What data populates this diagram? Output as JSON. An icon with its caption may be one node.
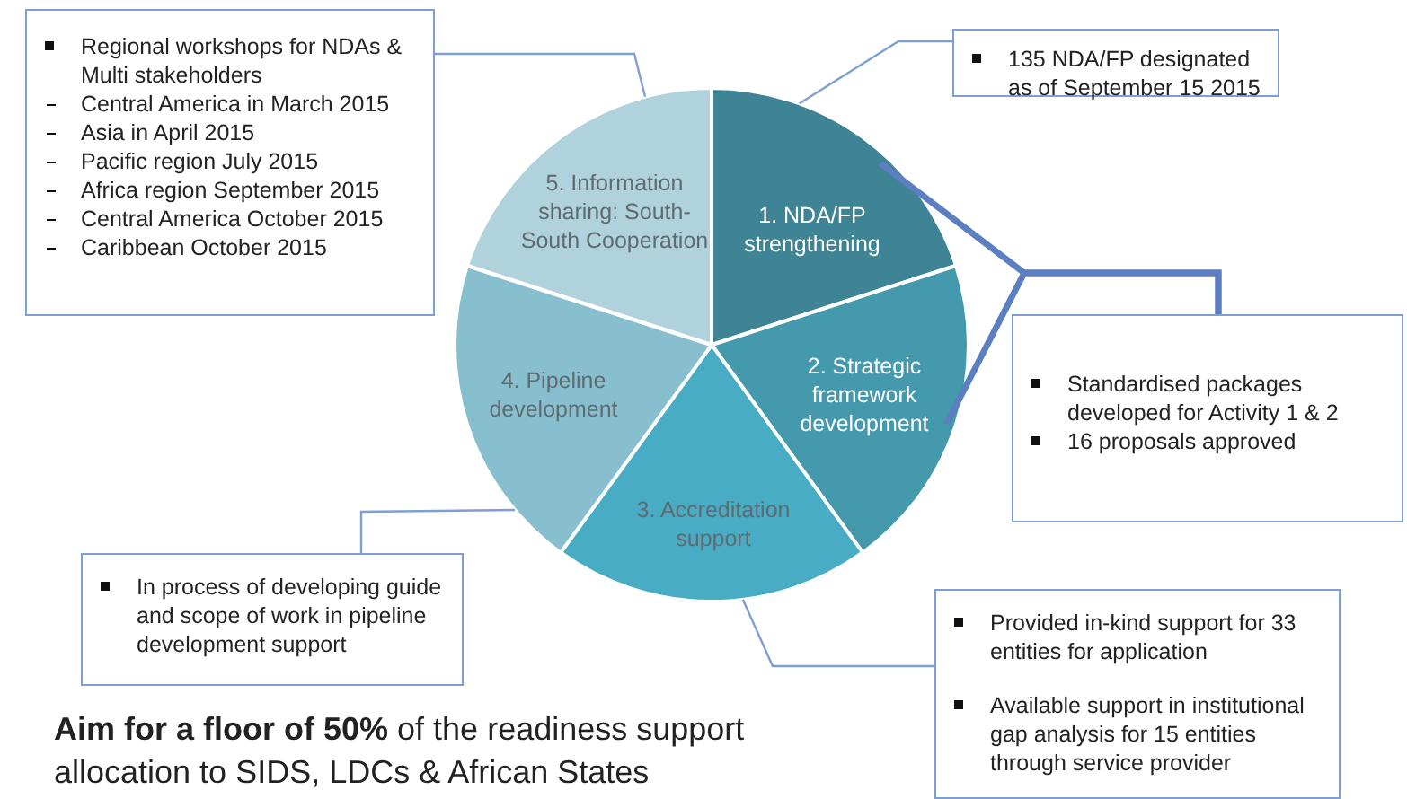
{
  "diagram": {
    "nodes": [
      {
        "text": [
          "1. NDA/FP strengthening"
        ]
      },
      {
        "text": [
          "2. Strategic framework development"
        ]
      },
      {
        "text": [
          "3. Accreditation support"
        ]
      },
      {
        "text": [
          "4. Pipeline development"
        ]
      },
      {
        "text": [
          "5. Information sharing: South-South Cooperation"
        ]
      },
      {
        "text": [
          "135 NDA/FP designated as of September 15 2015"
        ]
      },
      {
        "text": [
          "Standardised packages developed for Activity 1 & 2",
          "16 proposals approved"
        ]
      },
      {
        "text": [
          "Provided in-kind support for 33 entities for application",
          "Available support in institutional gap analysis for 15 entities through service provider"
        ]
      },
      {
        "text": [
          "In process of developing guide and scope of work in pipeline development support"
        ]
      },
      {
        "text": [
          "Regional workshops for NDAs & Multi stakeholders",
          "Central America in March 2015",
          "Asia in April 2015",
          "Pacific region July 2015",
          "Africa region September 2015",
          "Central America October 2015",
          "Caribbean October 2015"
        ]
      }
    ],
    "edges": [
      {
        "from": 5,
        "to": 0,
        "arrow": "none"
      },
      {
        "from": 6,
        "to": 0,
        "arrow": "none",
        "style": "thick"
      },
      {
        "from": 6,
        "to": 1,
        "arrow": "none",
        "style": "thick"
      },
      {
        "from": 7,
        "to": 2,
        "arrow": "none"
      },
      {
        "from": 8,
        "to": 3,
        "arrow": "none"
      },
      {
        "from": 9,
        "to": 4,
        "arrow": "none"
      }
    ],
    "labels": [
      "**Aim for a floor of 50%** of the readiness support allocation to SIDS, LDCs & African States"
    ]
  }
}
